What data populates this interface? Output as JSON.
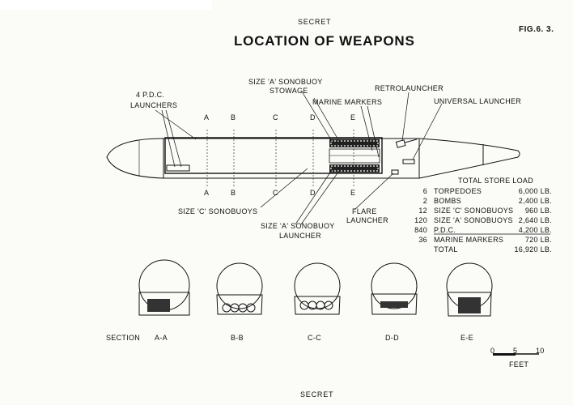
{
  "header": {
    "classification_top": "SECRET",
    "title": "LOCATION OF WEAPONS",
    "figure": "FIG.6. 3."
  },
  "labels": {
    "pdc_launchers": [
      "4 P.D.C.",
      "LAUNCHERS"
    ],
    "sonobuoy_a_stowage": [
      "SIZE 'A' SONOBUOY",
      "STOWAGE"
    ],
    "marine_markers": "MARINE MARKERS",
    "retrolauncher": "RETROLAUNCHER",
    "universal_launcher": "UNIVERSAL LAUNCHER",
    "sonobuoys_c": "SIZE 'C' SONOBUOYS",
    "sonobuoy_a_launcher": [
      "SIZE 'A' SONOBUOY",
      "LAUNCHER"
    ],
    "flare_launcher": [
      "FLARE",
      "LAUNCHER"
    ]
  },
  "section_letters": [
    "A",
    "B",
    "C",
    "D",
    "E"
  ],
  "store_load": {
    "title": "TOTAL STORE LOAD",
    "rows": [
      {
        "qty": "6",
        "item": "TORPEDOES",
        "weight": "6,000 LB."
      },
      {
        "qty": "2",
        "item": "BOMBS",
        "weight": "2,400 LB."
      },
      {
        "qty": "12",
        "item": "SIZE 'C' SONOBUOYS",
        "weight": "960 LB."
      },
      {
        "qty": "120",
        "item": "SIZE 'A' SONOBUOYS",
        "weight": "2,640 LB."
      },
      {
        "qty": "840",
        "item": "P.D.C.",
        "weight": "4,200 LB."
      },
      {
        "qty": "36",
        "item": "MARINE MARKERS",
        "weight": "720 LB."
      }
    ],
    "total_label": "TOTAL",
    "total_weight": "16,920 LB."
  },
  "sections": {
    "label": "SECTION",
    "names": [
      "A-A",
      "B-B",
      "C-C",
      "D-D",
      "E-E"
    ]
  },
  "scale": {
    "ticks": [
      "0",
      "5",
      "10"
    ],
    "unit": "FEET"
  },
  "footer": {
    "classification_bottom": "SECRET"
  }
}
